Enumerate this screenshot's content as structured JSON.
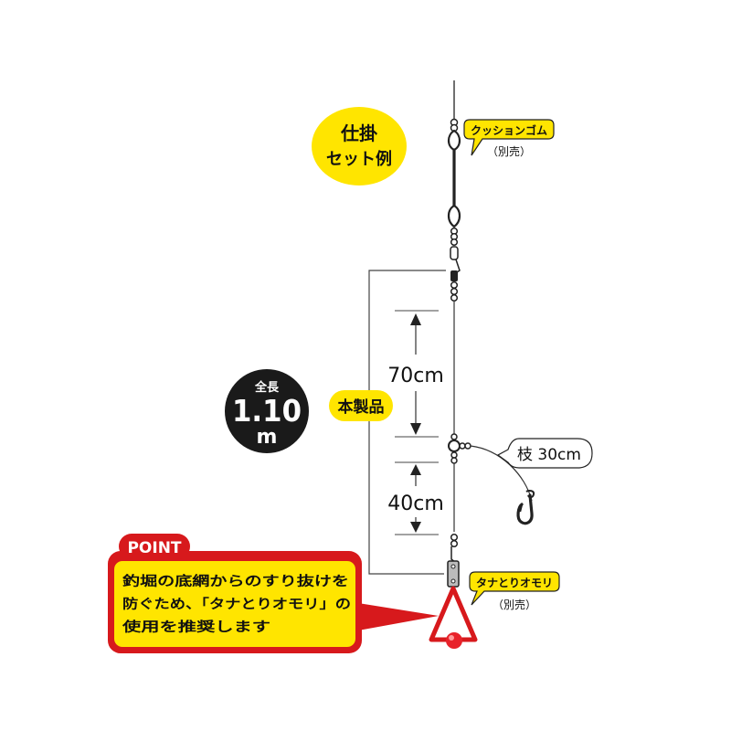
{
  "title": {
    "line1": "仕掛",
    "line2": "セット例"
  },
  "total_length": {
    "label": "全長",
    "value": "1.10",
    "unit": "m"
  },
  "product_label": "本製品",
  "parts": {
    "cushion": {
      "name": "クッションゴム",
      "note": "（別売）"
    },
    "sinker": {
      "name": "タナとりオモリ",
      "note": "（別売）"
    }
  },
  "measurements": {
    "upper": "70cm",
    "lower": "40cm",
    "branch": "枝 30cm"
  },
  "point": {
    "tag": "POINT",
    "line1": "釣堀の底網からのすり抜けを",
    "line2": "防ぐため、「タナとりオモリ」の",
    "line3": "使用を推奨します"
  },
  "colors": {
    "yellow": "#FFE500",
    "red": "#D7191C",
    "dark": "#1A1A1A",
    "sinker_ball": "#E8222A"
  }
}
